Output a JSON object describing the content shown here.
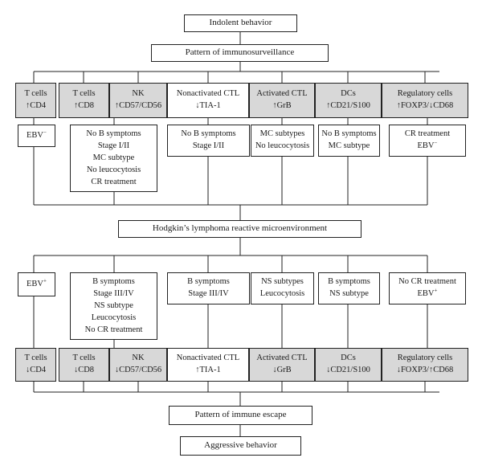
{
  "top": {
    "indolent": "Indolent behavior",
    "surveillance": "Pattern of immunosurveillance"
  },
  "surveillance_cells": [
    {
      "lines": [
        "T cells",
        "↑CD4"
      ],
      "name": "cell-tcells-cd4-up"
    },
    {
      "lines": [
        "T cells",
        "↑CD8"
      ],
      "name": "cell-tcells-cd8-up"
    },
    {
      "lines": [
        "NK",
        "↑CD57/CD56"
      ],
      "name": "cell-nk-up"
    },
    {
      "lines": [
        "Nonactivated CTL",
        "↓TIA-1"
      ],
      "name": "cell-nonactivated-ctl-down"
    },
    {
      "lines": [
        "Activated CTL",
        "↑GrB"
      ],
      "name": "cell-activated-ctl-up"
    },
    {
      "lines": [
        "DCs",
        "↑CD21/S100"
      ],
      "name": "cell-dcs-up"
    },
    {
      "lines": [
        "Regulatory cells",
        "↑FOXP3/↓CD68"
      ],
      "name": "cell-regulatory-up"
    }
  ],
  "surveillance_features": [
    {
      "lines": [
        "EBV⁻"
      ],
      "name": "feature-ebv-negative"
    },
    {
      "lines": [
        "No B symptoms",
        "Stage I/II",
        "MC subtype",
        "No leucocytosis",
        "CR treatment"
      ],
      "name": "feature-cd8-nk-indolent"
    },
    {
      "lines": [
        "No B symptoms",
        "Stage I/II"
      ],
      "name": "feature-ctl-indolent"
    },
    {
      "lines": [
        "MC subtypes",
        "No leucocytosis"
      ],
      "name": "feature-activated-ctl-indolent"
    },
    {
      "lines": [
        "No B symptoms",
        "MC subtype"
      ],
      "name": "feature-dcs-indolent"
    },
    {
      "lines": [
        "CR treatment",
        "EBV⁻"
      ],
      "name": "feature-regulatory-indolent"
    }
  ],
  "center": "Hodgkin’s lymphoma reactive microenvironment",
  "escape_features": [
    {
      "lines": [
        "EBV⁺"
      ],
      "name": "feature-ebv-positive"
    },
    {
      "lines": [
        "B symptoms",
        "Stage III/IV",
        "NS subtype",
        "Leucocytosis",
        "No CR treatment"
      ],
      "name": "feature-cd8-nk-aggressive"
    },
    {
      "lines": [
        "B symptoms",
        "Stage III/IV"
      ],
      "name": "feature-ctl-aggressive"
    },
    {
      "lines": [
        "NS subtypes",
        "Leucocytosis"
      ],
      "name": "feature-activated-ctl-aggressive"
    },
    {
      "lines": [
        "B symptoms",
        "NS subtype"
      ],
      "name": "feature-dcs-aggressive"
    },
    {
      "lines": [
        "No CR treatment",
        "EBV⁺"
      ],
      "name": "feature-regulatory-aggressive"
    }
  ],
  "escape_cells": [
    {
      "lines": [
        "T cells",
        "↓CD4"
      ],
      "name": "cell-tcells-cd4-down"
    },
    {
      "lines": [
        "T cells",
        "↓CD8"
      ],
      "name": "cell-tcells-cd8-down"
    },
    {
      "lines": [
        "NK",
        "↓CD57/CD56"
      ],
      "name": "cell-nk-down"
    },
    {
      "lines": [
        "Nonactivated CTL",
        "↑TIA-1"
      ],
      "name": "cell-nonactivated-ctl-up"
    },
    {
      "lines": [
        "Activated CTL",
        "↓GrB"
      ],
      "name": "cell-activated-ctl-down"
    },
    {
      "lines": [
        "DCs",
        "↓CD21/S100"
      ],
      "name": "cell-dcs-down"
    },
    {
      "lines": [
        "Regulatory cells",
        "↓FOXP3/↑CD68"
      ],
      "name": "cell-regulatory-down"
    }
  ],
  "bottom": {
    "escape": "Pattern of immune escape",
    "aggressive": "Aggressive behavior"
  },
  "colors": {
    "grey_fill": "#d8d8d8",
    "line": "#222222"
  }
}
